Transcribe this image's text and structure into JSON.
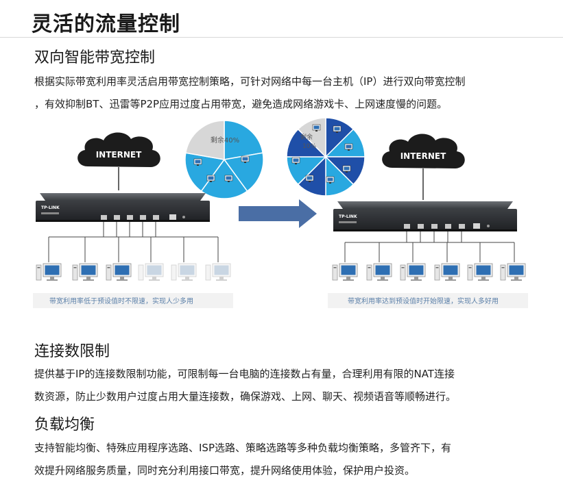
{
  "page_title": "灵活的流量控制",
  "section1": {
    "heading": "双向智能带宽控制",
    "line1": "根据实际带宽利用率灵活启用带宽控制策略，可针对网络中每一台主机（IP）进行双向带宽控制",
    "line2": "，有效抑制BT、迅雷等P2P应用过度占用带宽，避免造成网络游戏卡、上网速度慢的问题。"
  },
  "diagram": {
    "left_cloud": "INTERNET",
    "right_cloud": "INTERNET",
    "left_pie_label": "剩余40%",
    "right_pie_label_1": "剩余",
    "right_pie_label_2": "10%",
    "router_brand": "TP-LINK",
    "left_caption": "带宽利用率低于预设值时不限速，实现人少多用",
    "right_caption": "带宽利用率达到预设值时开始限速，实现人多好用",
    "colors": {
      "pie_light": "#29a8e0",
      "pie_dark": "#1f4fa8",
      "pie_grey": "#d7d7d7",
      "arrow": "#4a6ea5"
    }
  },
  "section2": {
    "heading": "连接数限制",
    "line1": "提供基于IP的连接数限制功能，可限制每一台电脑的连接数占有量，合理利用有限的NAT连接",
    "line2": "数资源，防止少数用户过度占用大量连接数，确保游戏、上网、聊天、视频语音等顺畅进行。"
  },
  "section3": {
    "heading": "负载均衡",
    "line1": "支持智能均衡、特殊应用程序选路、ISP选路、策略选路等多种负载均衡策略，多管齐下，有",
    "line2": "效提升网络服务质量，同时充分利用接口带宽，提升网络使用体验，保护用户投资。"
  }
}
